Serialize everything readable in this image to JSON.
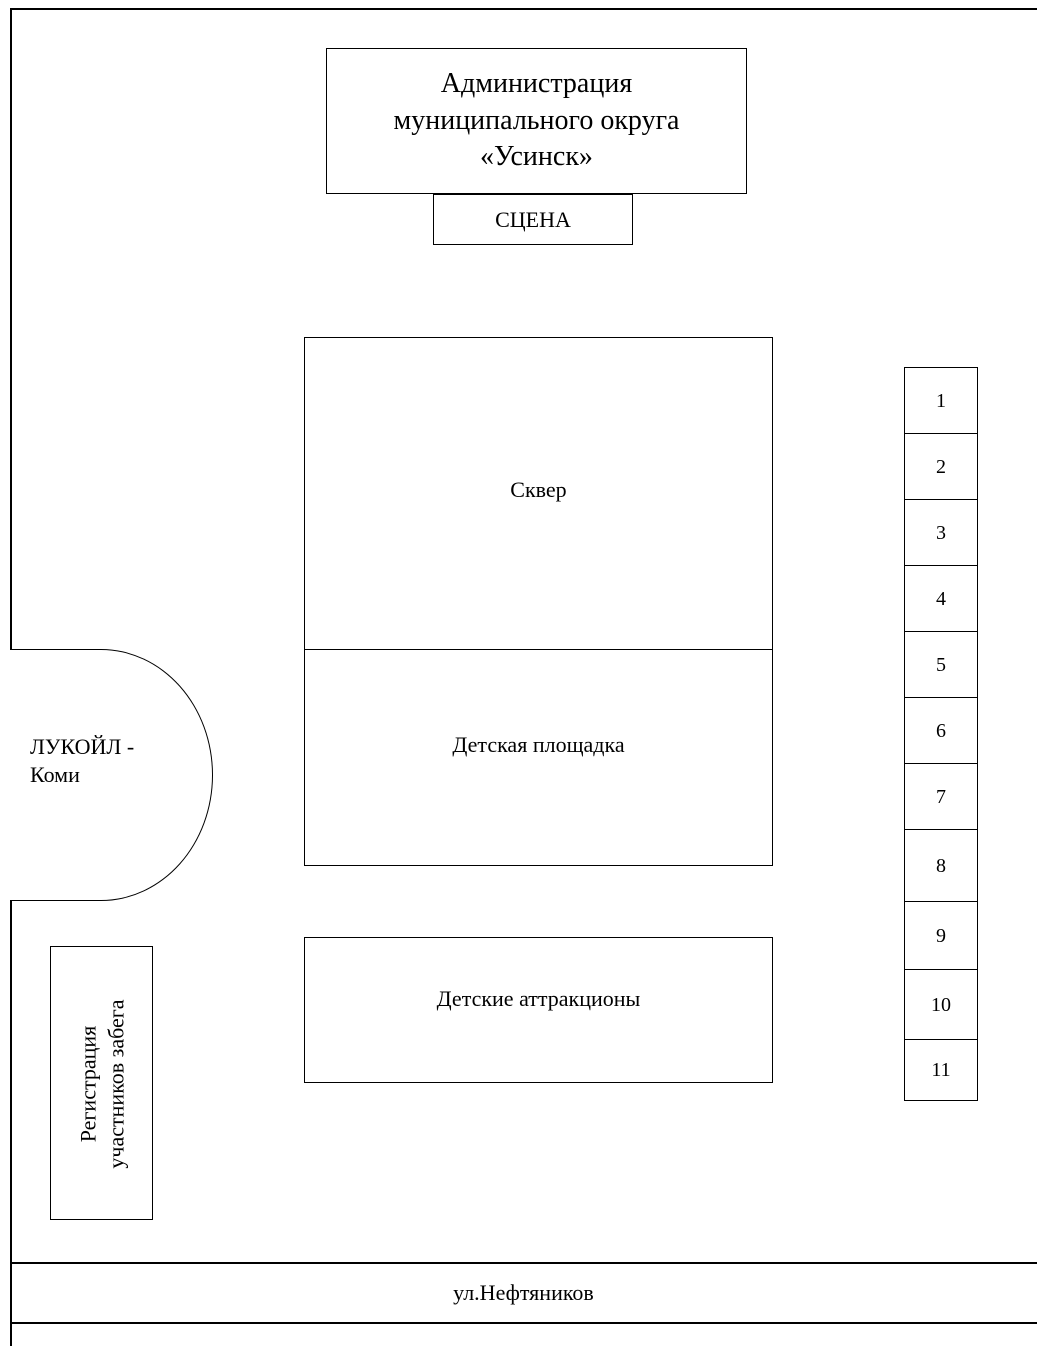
{
  "admin": {
    "line1": "Администрация",
    "line2": "муниципального округа",
    "line3": "«Усинск»"
  },
  "stage": "СЦЕНА",
  "park": "Сквер",
  "playground": "Детская площадка",
  "attractions": "Детские аттракционы",
  "lukoil": {
    "line1": "ЛУКОЙЛ -",
    "line2": "Коми"
  },
  "registration": {
    "line1": "Регистрация",
    "line2": "участников забега"
  },
  "stalls": [
    "1",
    "2",
    "3",
    "4",
    "5",
    "6",
    "7",
    "8",
    "9",
    "10",
    "11"
  ],
  "street": "ул.Нефтяников"
}
